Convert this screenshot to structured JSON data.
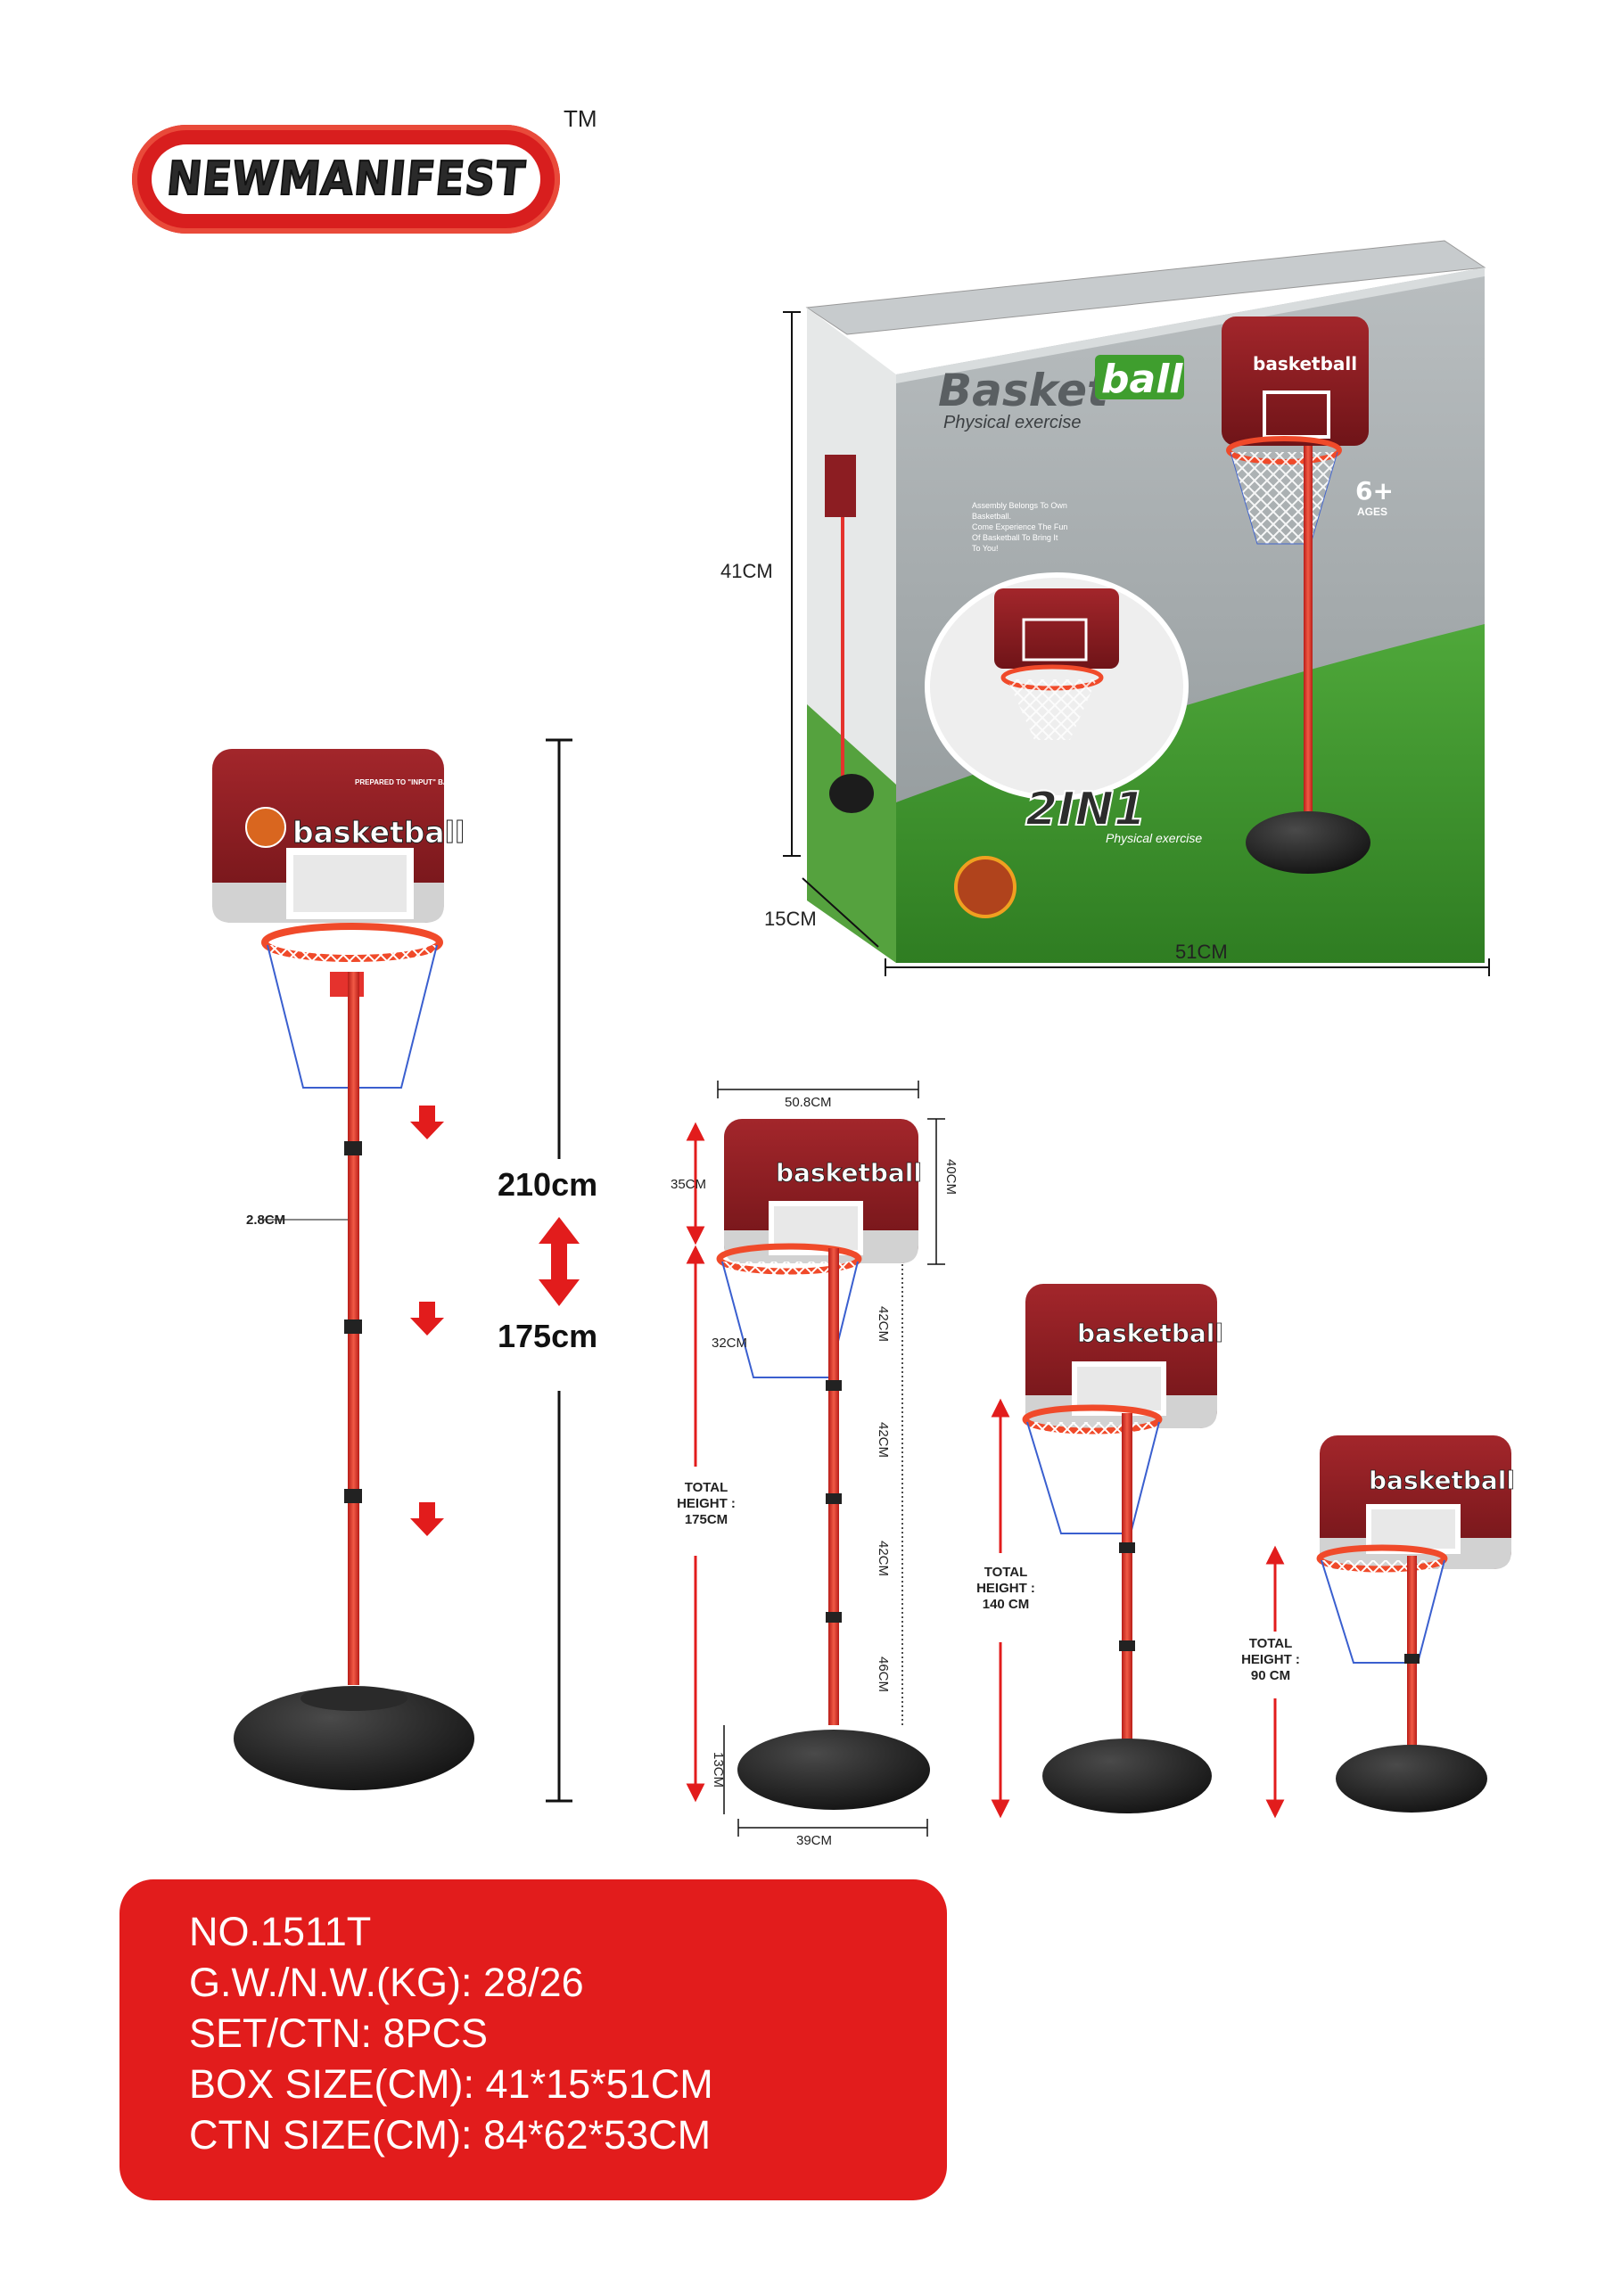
{
  "brand": {
    "name": "NEWMANIFEST",
    "trademark": "TM"
  },
  "box_package": {
    "title_part1": "Basket",
    "title_part2": "ball",
    "subtitle": "Physical exercise",
    "blurb": [
      "Assembly Belongs To Own",
      "Basketball.",
      "Come Experience The Fun",
      "Of Basketball To Bring It",
      "To You!"
    ],
    "badge": "2IN1",
    "badge_sub": "Physical exercise",
    "age": "6+",
    "age_sub": "AGES",
    "backboard_text": "basketball",
    "dims": {
      "height": "41CM",
      "depth": "15CM",
      "width": "51CM"
    }
  },
  "large_stand": {
    "backboard_text": "basketball",
    "backboard_tag": "PREPARED TO \"INPUT\" BASKET",
    "pole_width": "2.8CM",
    "height_max": "210cm",
    "height_min": "175cm"
  },
  "sizes_diagram": {
    "backboard_width": "50.8CM",
    "backboard_height": "40CM",
    "board_to_rim": "35CM",
    "rim_diameter": "32CM",
    "segments": [
      "42CM",
      "42CM",
      "42CM",
      "46CM"
    ],
    "base_height": "13CM",
    "base_width": "39CM",
    "tall": {
      "label": "TOTAL HEIGHT : 175CM",
      "line1": "TOTAL",
      "line2": "HEIGHT :",
      "line3": "175CM"
    },
    "medium": {
      "line1": "TOTAL",
      "line2": "HEIGHT :",
      "line3": "140 CM"
    },
    "small": {
      "line1": "TOTAL",
      "line2": "HEIGHT :",
      "line3": "90 CM"
    }
  },
  "specs": [
    "NO.1511T",
    "G.W./N.W.(KG): 28/26",
    "SET/CTN: 8PCS",
    "BOX SIZE(CM): 41*15*51CM",
    "CTN SIZE(CM): 84*62*53CM"
  ],
  "colors": {
    "brand_red": "#d81e1e",
    "backboard_maroon": "#8c1d22",
    "rim_orange": "#f04a2a",
    "pole_red": "#e5322d",
    "base_black": "#1c1c1c"
  }
}
